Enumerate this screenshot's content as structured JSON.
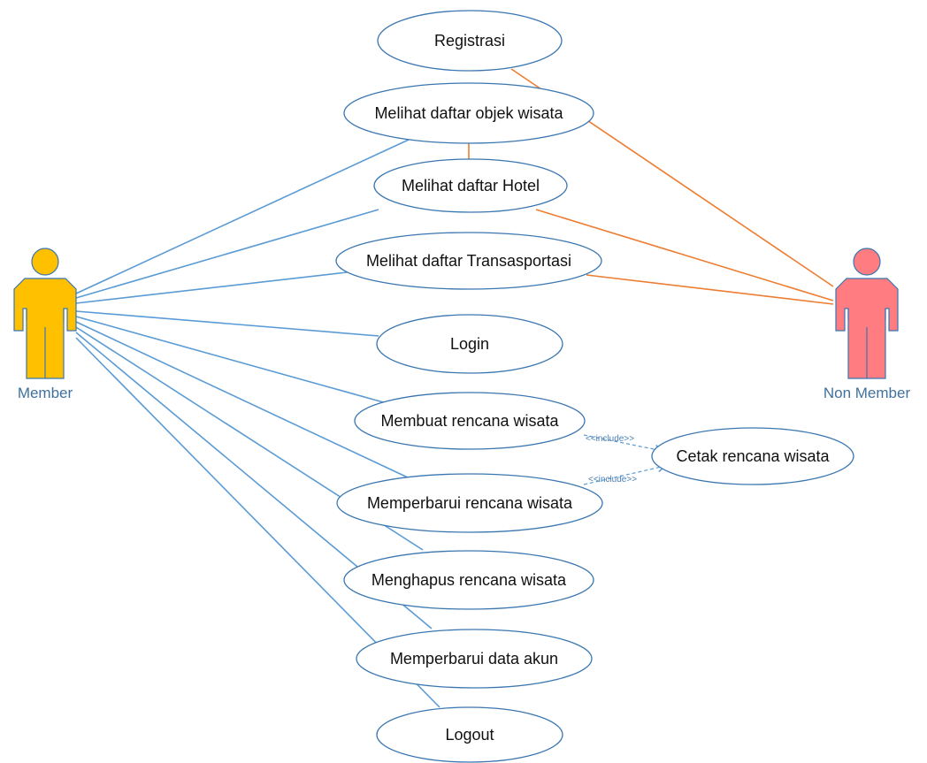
{
  "actors": {
    "member": {
      "label": "Member",
      "color": "#ffc000"
    },
    "non_member": {
      "label": "Non Member",
      "color": "#ff7c80"
    }
  },
  "use_cases": {
    "registrasi": "Registrasi",
    "melihat_objek": "Melihat daftar objek wisata",
    "melihat_hotel": "Melihat daftar Hotel",
    "melihat_transportasi": "Melihat daftar Transasportasi",
    "login": "Login",
    "membuat_rencana": "Membuat rencana wisata",
    "cetak_rencana": "Cetak rencana wisata",
    "memperbarui_rencana": "Memperbarui rencana wisata",
    "menghapus_rencana": "Menghapus rencana wisata",
    "memperbarui_akun": "Memperbarui data akun",
    "logout": "Logout"
  },
  "relations": {
    "include_1": "<<include>>",
    "include_2": "<<include>>"
  },
  "colors": {
    "member_line": "#5b9bd5",
    "non_member_line": "#ed7d31",
    "use_case_border": "#3a76b0"
  }
}
